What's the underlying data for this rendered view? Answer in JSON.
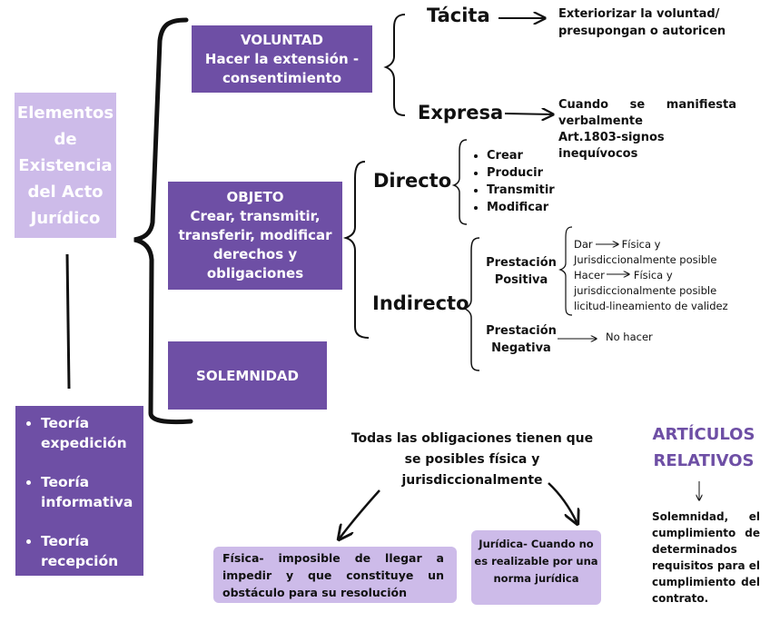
{
  "root": {
    "title_lines": [
      "Elementos",
      "de",
      "Existencia",
      "del Acto",
      "Jurídico"
    ],
    "theories": [
      "Teoría expedición",
      "Teoría informativa",
      "Teoría recepción"
    ]
  },
  "voluntad": {
    "title": "VOLUNTAD",
    "lines": [
      "Hacer la extensión -",
      "consentimiento"
    ],
    "tacita": {
      "label": "Tácita",
      "desc_lines": [
        "Exteriorizar la voluntad/",
        "presupongan o autoricen"
      ]
    },
    "expresa": {
      "label": "Expresa",
      "desc_lines": [
        "Cuando se manifiesta verbalmente",
        "Art.1803-signos inequívocos"
      ]
    }
  },
  "objeto": {
    "title": "OBJETO",
    "lines": [
      "Crear, transmitir,",
      "transferir, modificar",
      "derechos y",
      "obligaciones"
    ],
    "directo": {
      "label": "Directo",
      "items": [
        "Crear",
        "Producir",
        "Transmitir",
        "Modificar"
      ]
    },
    "indirecto": {
      "label": "Indirecto",
      "positiva": {
        "label_lines": [
          "Prestación",
          "Positiva"
        ],
        "dar": "Dar",
        "dar_result": "Física y",
        "dar_result2": "Jurisdiccionalmente posible",
        "hacer": "Hacer",
        "hacer_result": "Física y",
        "hacer_result2": "jurisdiccionalmente posible",
        "hacer_result3": "licitud-lineamiento de validez"
      },
      "negativa": {
        "label_lines": [
          "Prestación",
          "Negativa"
        ],
        "value": "No hacer"
      }
    }
  },
  "solemnidad": {
    "title": "SOLEMNIDAD"
  },
  "obligaciones": {
    "statement_lines": [
      "Todas las obligaciones tienen que",
      "se posibles física y",
      "jurisdiccionalmente"
    ],
    "fisica": "Física- imposible de llegar a impedir y que constituye un obstáculo para su resolución",
    "juridica_lines": [
      "Jurídica- Cuando no",
      "es realizable por una",
      "norma jurídica"
    ]
  },
  "articulos": {
    "title_lines": [
      "ARTÍCULOS",
      "RELATIVOS"
    ],
    "text": "Solemnidad, el cumplimiento de determinados requisitos para el cumplimiento del contrato."
  },
  "colors": {
    "dark_purple": "#6e4fa5",
    "light_purple": "#cdbbe9",
    "title_purple": "#6e4fa5"
  }
}
